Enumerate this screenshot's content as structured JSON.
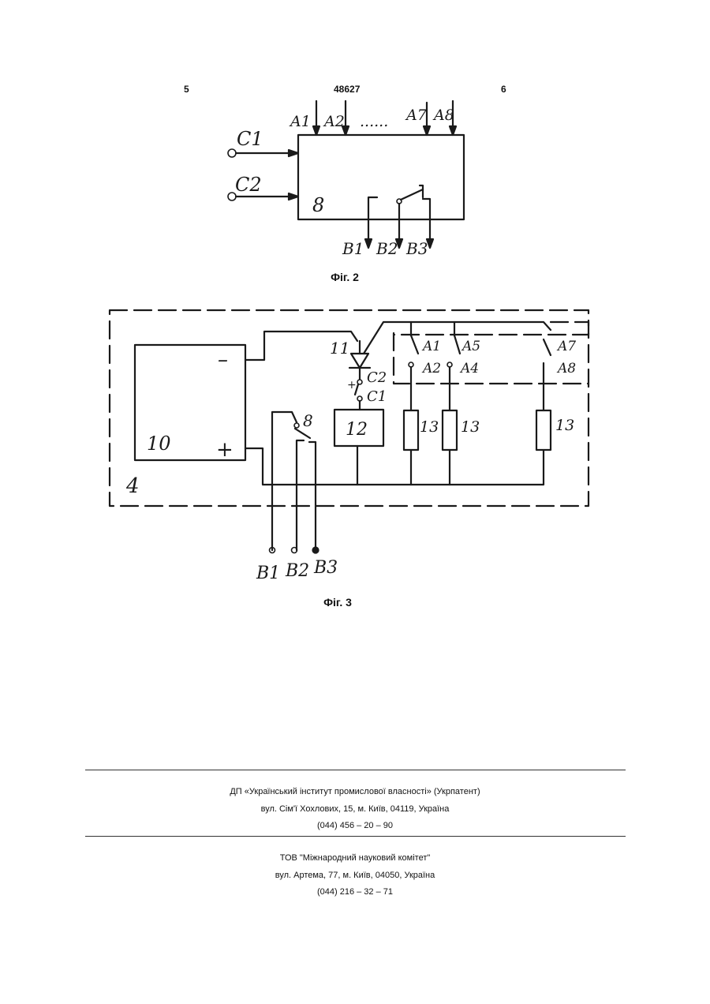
{
  "header": {
    "page_left": "5",
    "patent_number": "48627",
    "page_right": "6"
  },
  "fig2": {
    "caption": "Фіг. 2",
    "inputs_top": [
      "A1",
      "A2",
      "......",
      "A7",
      "A8"
    ],
    "inputs_left": [
      "C1",
      "C2"
    ],
    "block_number": "8",
    "outputs": [
      "B1",
      "B2",
      "B3"
    ]
  },
  "fig3": {
    "caption": "Фіг. 3",
    "labels": {
      "housing": "4",
      "battery": "10",
      "minus": "–",
      "plus": "+",
      "thyristor": "11",
      "relay": "12",
      "resistor": "13",
      "switch": "8",
      "c1": "C1",
      "c2": "C2",
      "plus_small": "+",
      "a1": "A1",
      "a2": "A2",
      "a5": "A5",
      "a4": "A4",
      "a7": "A7",
      "a8": "A8"
    },
    "outputs": [
      "B1",
      "B2",
      "B3"
    ]
  },
  "footer": {
    "org1_name": "ДП «Український інститут промислової власності» (Укрпатент)",
    "org1_address": "вул. Сім'ї Хохлових, 15, м. Київ, 04119, Україна",
    "org1_phone": "(044) 456 – 20 – 90",
    "org2_name": "ТОВ \"Міжнародний науковий комітет\"",
    "org2_address": "вул. Артема, 77, м. Київ, 04050, Україна",
    "org2_phone": "(044) 216 – 32 – 71"
  }
}
